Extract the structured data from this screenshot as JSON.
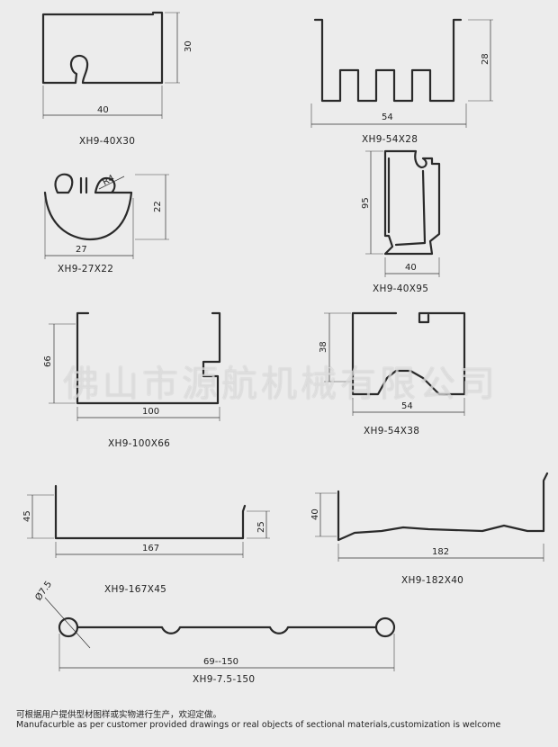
{
  "profiles": [
    {
      "id": "XH9-40X30",
      "label": "XH9-40X30",
      "dims": [
        "40",
        "30"
      ]
    },
    {
      "id": "XH9-54X28",
      "label": "XH9-54X28",
      "dims": [
        "54",
        "28"
      ]
    },
    {
      "id": "XH9-27X22",
      "label": "XH9-27X22",
      "dims": [
        "27",
        "22",
        "R4"
      ]
    },
    {
      "id": "XH9-40X95",
      "label": "XH9-40X95",
      "dims": [
        "40",
        "95"
      ]
    },
    {
      "id": "XH9-100X66",
      "label": "XH9-100X66",
      "dims": [
        "100",
        "66"
      ]
    },
    {
      "id": "XH9-54X38",
      "label": "XH9-54X38",
      "dims": [
        "54",
        "38"
      ]
    },
    {
      "id": "XH9-167X45",
      "label": "XH9-167X45",
      "dims": [
        "167",
        "45",
        "25"
      ]
    },
    {
      "id": "XH9-182X40",
      "label": "XH9-182X40",
      "dims": [
        "182",
        "40"
      ]
    },
    {
      "id": "XH9-7.5-150",
      "label": "XH9-7.5-150",
      "dims": [
        "69--150",
        "Ø7.5"
      ]
    }
  ],
  "watermark": "佛山市源航机械有限公司",
  "footer": {
    "chinese": "可根据用户提供型材图样或实物进行生产，欢迎定做。",
    "english": "Manufacurble as per customer provided drawings or real objects of sectional materials,customization is welcome"
  }
}
